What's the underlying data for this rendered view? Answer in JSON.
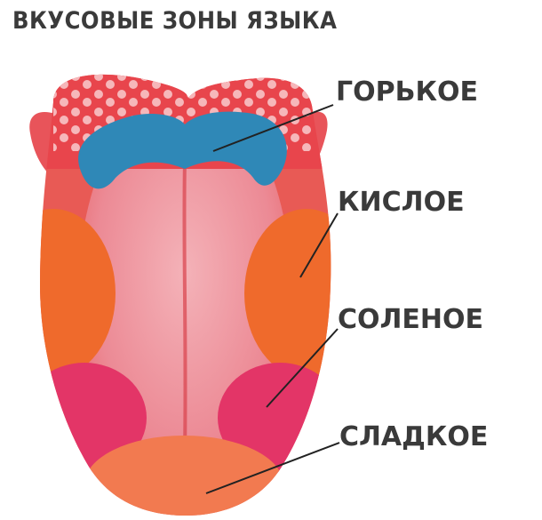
{
  "title": "ВКУСОВЫЕ ЗОНЫ ЯЗЫКА",
  "zones": {
    "bitter": {
      "label": "ГОРЬКОЕ",
      "color": "#2f88b7"
    },
    "sour": {
      "label": "КИСЛОЕ",
      "color": "#ef6a2c"
    },
    "salty": {
      "label": "СОЛЕНОЕ",
      "color": "#e33567"
    },
    "sweet": {
      "label": "СЛАДКОЕ",
      "color": "#f27a50"
    }
  },
  "colors": {
    "tongue_base": "#ec8a95",
    "tongue_edge": "#e85a55",
    "tongue_back": "#e8454c",
    "text": "#3a3a3a"
  }
}
